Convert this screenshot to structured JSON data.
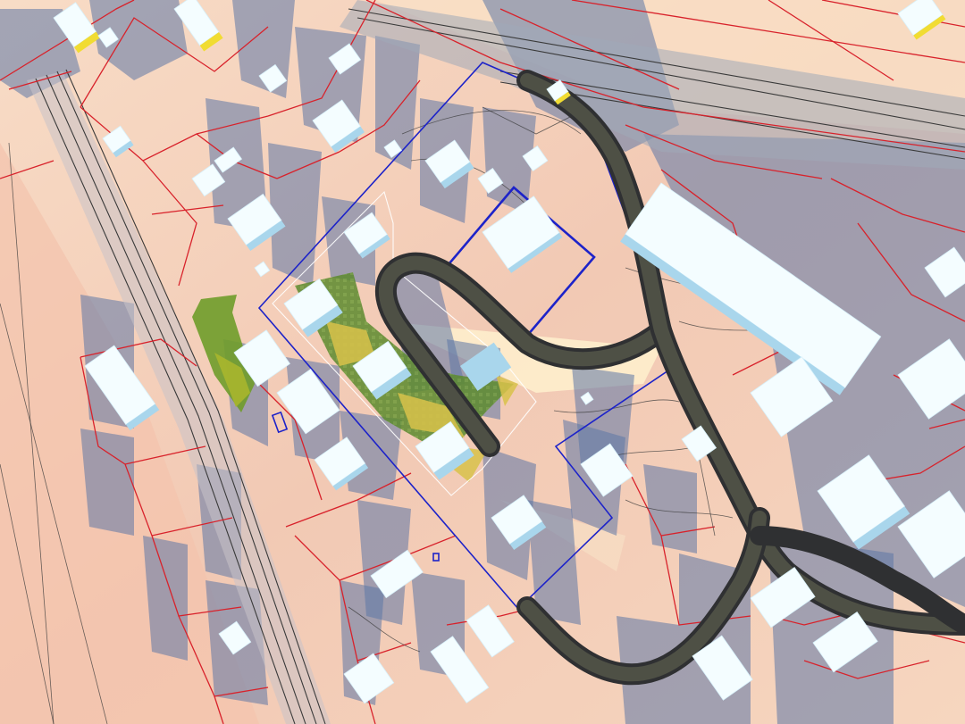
{
  "map": {
    "kind": "3d-site-shadow-study",
    "colors": {
      "terrain_base": "#f2c9b4",
      "terrain_light": "#fbe7cf",
      "shadow": "#5c76a6",
      "building_top": "#f4fdff",
      "building_side": "#a9d6ec",
      "parcel_lines": "#d8222b",
      "site_boundary": "#1d23c9",
      "road": "#2f3032",
      "green_area": "#5c8a2e",
      "yellow_area": "#d8c24a"
    },
    "layers": [
      "terrain",
      "shadows",
      "parcel-boundaries",
      "site-boundary",
      "roads",
      "railway",
      "buildings",
      "green-areas"
    ]
  }
}
